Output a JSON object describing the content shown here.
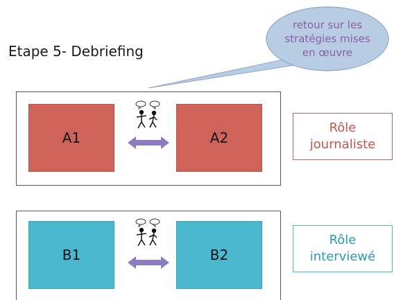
{
  "title": "Etape 5- Debriefing",
  "bubble": {
    "lines": [
      "retour sur les",
      "stratégies mises",
      "en œuvre"
    ]
  },
  "group_a": {
    "left_label": "A1",
    "right_label": "A2",
    "role_lines": [
      "Rôle",
      "journaliste"
    ]
  },
  "group_b": {
    "left_label": "B1",
    "right_label": "B2",
    "role_lines": [
      "Rôle",
      "interviewé"
    ]
  },
  "colors": {
    "red": "#cf635a",
    "blue": "#4ab9cf",
    "bubble_fill": "#b8cde3",
    "bubble_text": "#8a5fa2",
    "arrow": "#8e7cc3"
  },
  "icons": {
    "people": "two-people-talking-icon",
    "arrow": "double-arrow-icon"
  }
}
